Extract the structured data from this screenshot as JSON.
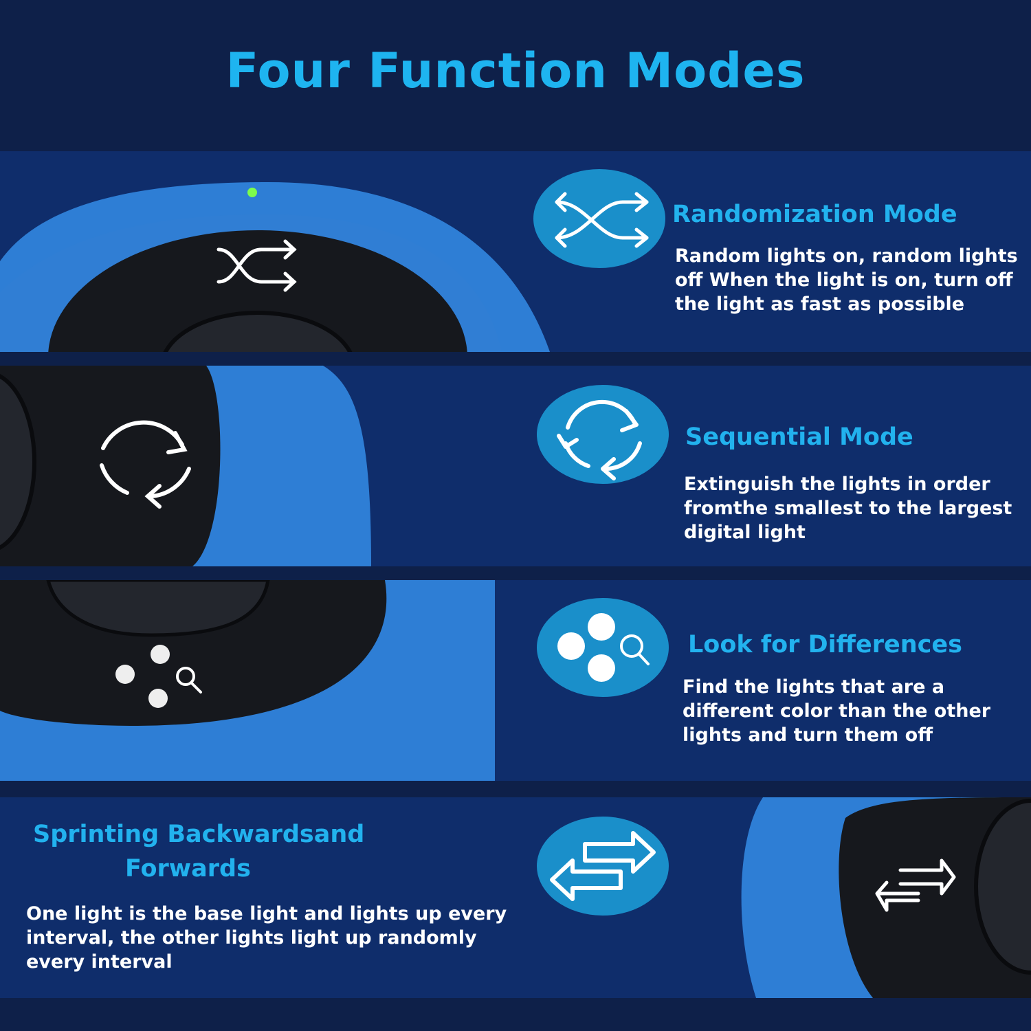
{
  "title": "Four Function Modes",
  "modes": [
    {
      "title": "Randomization Mode",
      "description": "Random lights on, random lights off When the light is on, turn off the light as fast as possible",
      "icon": "shuffle-icon"
    },
    {
      "title": "Sequential Mode",
      "description": "Extinguish the lights in order fromthe smallest to the largest digital light",
      "icon": "cycle-arrows-icon"
    },
    {
      "title": "Look for Differences",
      "description": "Find the lights that are a different color than the other lights and turn them off",
      "icon": "dots-search-icon"
    },
    {
      "title_line1": "Sprinting Backwardsand",
      "title_line2": "Forwards",
      "description": "One light is the base light and lights up every interval, the other lights light up randomly every interval",
      "icon": "swap-arrows-icon"
    }
  ],
  "colors": {
    "background": "#0e2049",
    "panel": "#0f2d6b",
    "accent": "#1eb4f0",
    "badge": "#1a8fca",
    "device_blue": "#2f7fd6",
    "device_black": "#15171c"
  }
}
